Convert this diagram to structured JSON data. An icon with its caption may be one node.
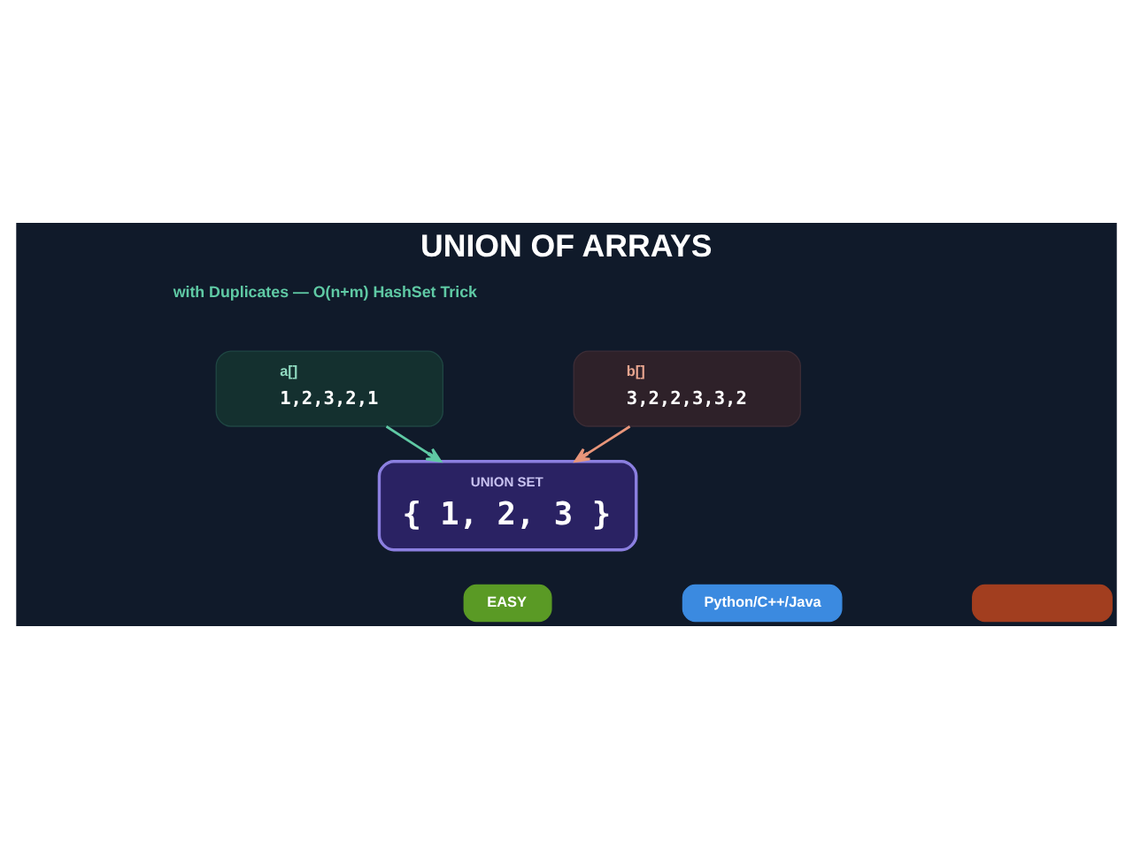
{
  "diagram": {
    "title": "UNION OF ARRAYS",
    "nodes": [
      {
        "text": [
          "a[]",
          "1,2,3,2,1"
        ]
      },
      {
        "text": [
          "b[]",
          "3,2,2,3,3,2"
        ]
      },
      {
        "text": [
          "UNION SET",
          "{ 1, 2, 3 }"
        ]
      },
      {
        "text": [
          "EASY"
        ]
      },
      {
        "text": [
          "Python/C++/Java"
        ]
      },
      {
        "text": [],
        "shape": "box"
      }
    ],
    "edges": [
      {
        "from": 0,
        "to": 2,
        "arrow": "to",
        "color": "#5fc9a4"
      },
      {
        "from": 1,
        "to": 2,
        "arrow": "to",
        "color": "#e8957a"
      }
    ],
    "labels": [
      "with Duplicates — O(n+m) HashSet Trick"
    ]
  }
}
